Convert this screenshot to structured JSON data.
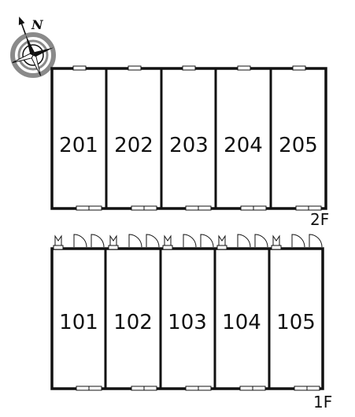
{
  "compass": {
    "north_letter": "N"
  },
  "floors": [
    {
      "label": "2F",
      "units": [
        "201",
        "202",
        "203",
        "204",
        "205"
      ]
    },
    {
      "label": "1F",
      "units": [
        "101",
        "102",
        "103",
        "104",
        "105"
      ]
    }
  ],
  "colors": {
    "line": "#111111",
    "compass_ring": "#8a8a8a"
  }
}
